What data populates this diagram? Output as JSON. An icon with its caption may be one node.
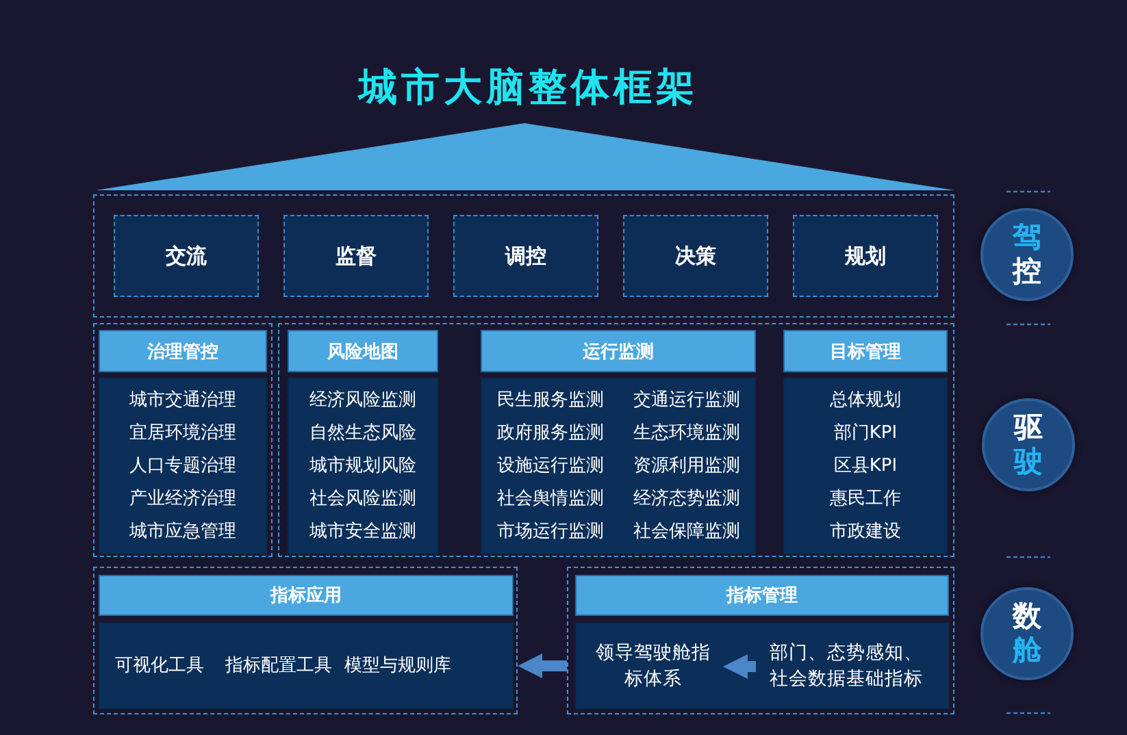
{
  "diagram": {
    "title": "城市大脑整体框架",
    "nodes": [
      {
        "text": [],
        "shape": "triangle"
      },
      {
        "text": [],
        "shape": "box"
      },
      {
        "text": [
          "交流"
        ],
        "in": 1
      },
      {
        "text": [
          "监督"
        ],
        "in": 1
      },
      {
        "text": [
          "调控"
        ],
        "in": 1
      },
      {
        "text": [
          "决策"
        ],
        "in": 1
      },
      {
        "text": [
          "规划"
        ],
        "in": 1
      },
      {
        "text": [
          "驾",
          "控"
        ]
      },
      {
        "text": [],
        "shape": "box"
      },
      {
        "text": [
          "治理管控"
        ],
        "in": 8
      },
      {
        "text": [
          "城市交通治理",
          "宜居环境治理",
          "人口专题治理",
          "产业经济治理",
          "城市应急管理"
        ],
        "in": 8
      },
      {
        "text": [],
        "shape": "box"
      },
      {
        "text": [
          "风险地图"
        ],
        "in": 11
      },
      {
        "text": [
          "经济风险监测",
          "自然生态风险",
          "城市规划风险",
          "社会风险监测",
          "城市安全监测"
        ],
        "in": 11
      },
      {
        "text": [
          "运行监测"
        ],
        "in": 11
      },
      {
        "text": [
          "民生服务监测",
          "交通运行监测",
          "政府服务监测",
          "生态环境监测",
          "设施运行监测",
          "资源利用监测",
          "社会舆情监测",
          "经济态势监测",
          "市场运行监测",
          "社会保障监测"
        ],
        "in": 11
      },
      {
        "text": [
          "目标管理"
        ],
        "in": 11
      },
      {
        "text": [
          "总体规划",
          "部门KPI",
          "区县KPI",
          "惠民工作",
          "市政建设"
        ],
        "in": 11
      },
      {
        "text": [
          "驱",
          "驶"
        ]
      },
      {
        "text": [],
        "shape": "box"
      },
      {
        "text": [
          "指标应用"
        ],
        "in": 19
      },
      {
        "text": [
          "可视化工具",
          "指标配置工具",
          "模型与规则库"
        ],
        "in": 19
      },
      {
        "text": [],
        "shape": "box"
      },
      {
        "text": [
          "指标管理"
        ],
        "in": 22
      },
      {
        "text": [],
        "shape": "box",
        "in": 22
      },
      {
        "text": [
          "领导驾驶舱指标体系"
        ],
        "in": 24
      },
      {
        "text": [
          "部门、态势感知、社会数据基础指标"
        ],
        "in": 24
      },
      {
        "text": [
          "数",
          "舱"
        ]
      }
    ],
    "edges": [
      {
        "from": 22,
        "to": 19,
        "arrow": "to"
      },
      {
        "from": 26,
        "to": 25,
        "arrow": "to"
      }
    ]
  }
}
